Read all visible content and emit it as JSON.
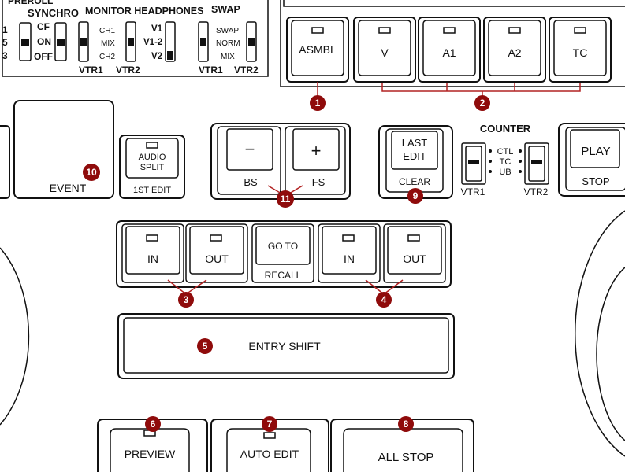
{
  "top_panel": {
    "preroll_label": "PREROLL",
    "preroll_values": [
      "1",
      "5",
      "3"
    ],
    "synchro_label": "SYNCHRO",
    "synchro_values": [
      "CF",
      "ON",
      "OFF"
    ],
    "monitor_headphones_label": "MONITOR HEADPHONES",
    "monitor_values": [
      "CH1",
      "MIX",
      "CH2"
    ],
    "headphone_values": [
      "V1",
      "V1-2",
      "V2"
    ],
    "swap_label": "SWAP",
    "swap_values": [
      "SWAP",
      "NORM",
      "MIX"
    ],
    "vtr1_label": "VTR1",
    "vtr2_label": "VTR2"
  },
  "mode_keys": [
    "ASMBL",
    "V",
    "A1",
    "A2",
    "TC"
  ],
  "keys": {
    "event": "EVENT",
    "audio_split": "AUDIO",
    "audio_split_2": "SPLIT",
    "first_edit": "1ST EDIT",
    "minus": "−",
    "plus": "+",
    "bs": "BS",
    "fs": "FS",
    "last_edit": "LAST",
    "last_edit_2": "EDIT",
    "clear": "CLEAR",
    "play": "PLAY",
    "stop": "STOP",
    "in": "IN",
    "out": "OUT",
    "goto": "GO TO",
    "recall": "RECALL",
    "entry_shift": "ENTRY SHIFT",
    "preview": "PREVIEW",
    "auto_edit": "AUTO EDIT",
    "all_stop": "ALL STOP"
  },
  "counter": {
    "label": "COUNTER",
    "values": [
      "CTL",
      "TC",
      "UB"
    ],
    "vtr1": "VTR1",
    "vtr2": "VTR2"
  },
  "callouts": [
    "1",
    "2",
    "3",
    "4",
    "5",
    "6",
    "7",
    "8",
    "9",
    "10",
    "11"
  ],
  "colors": {
    "callout": "#8f0b0b",
    "leader": "#b22222"
  }
}
